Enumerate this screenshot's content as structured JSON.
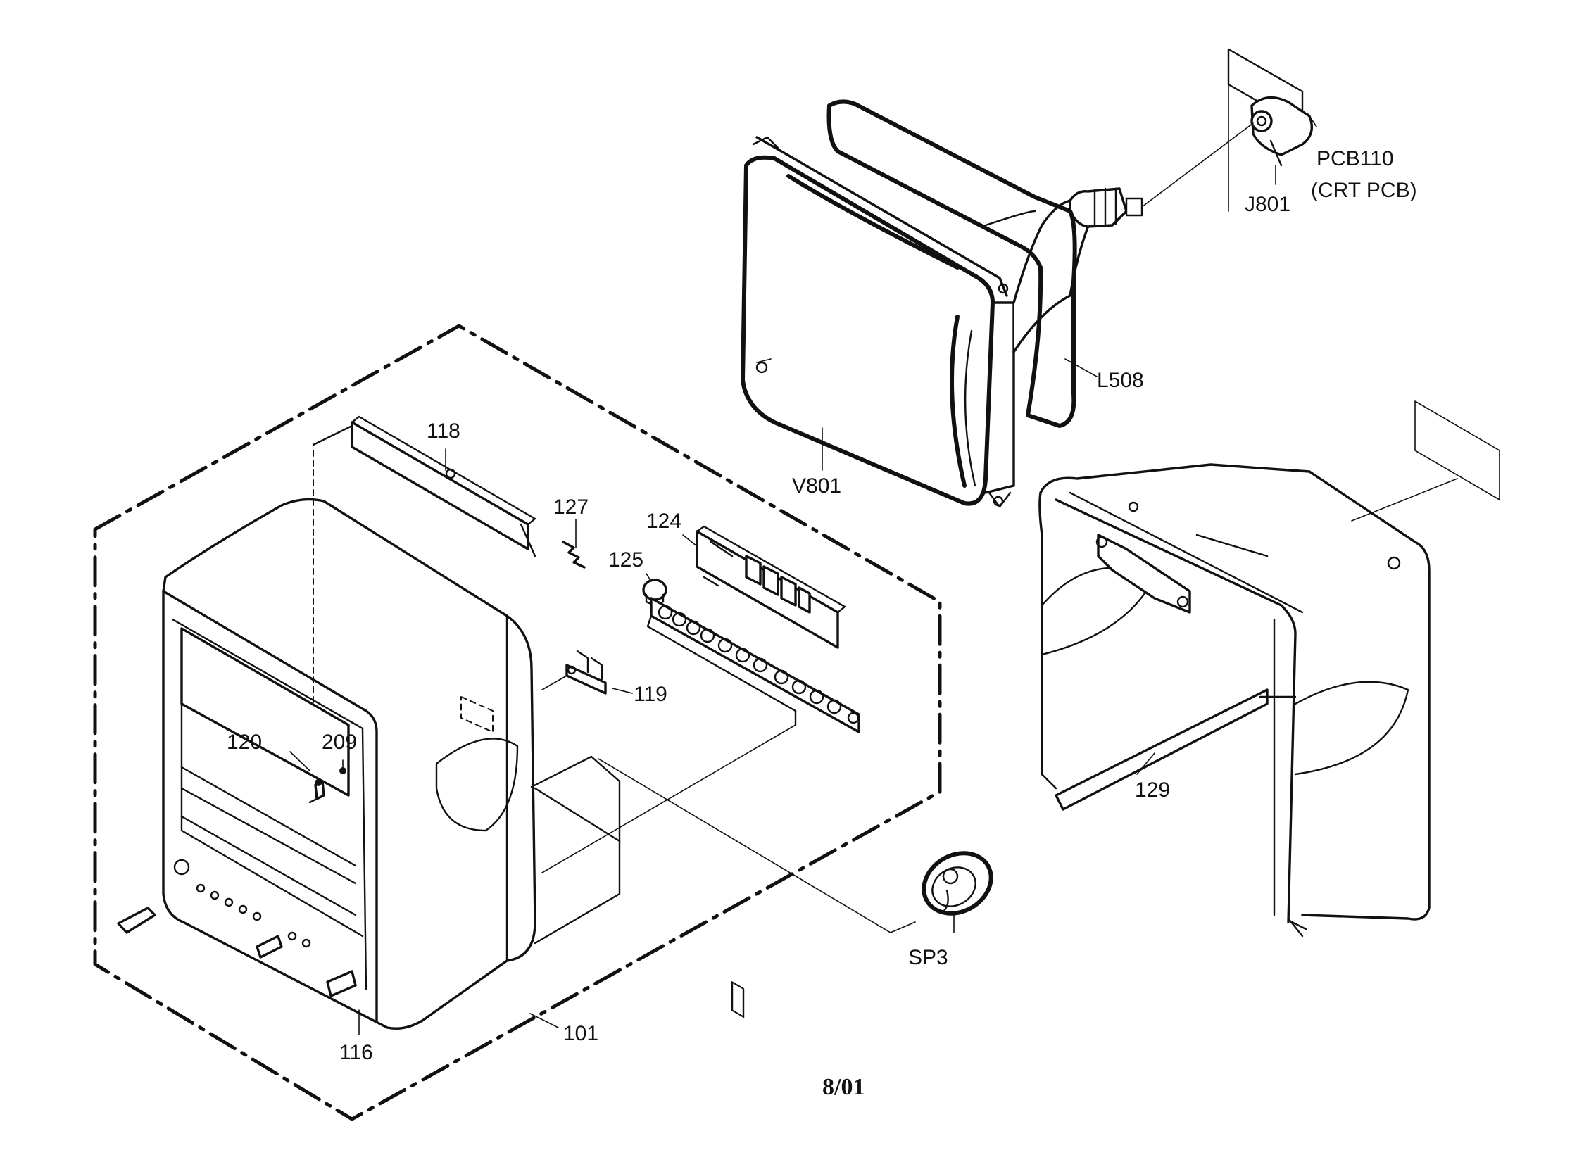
{
  "labels": {
    "pcb110": "PCB110",
    "crt_pcb": "(CRT PCB)",
    "j801": "J801",
    "l508": "L508",
    "v801": "V801",
    "p118": "118",
    "p127": "127",
    "p124": "124",
    "p125": "125",
    "p119": "119",
    "p120": "120",
    "p209": "209",
    "p129": "129",
    "sp3": "SP3",
    "p116": "116",
    "p101": "101"
  },
  "footer": {
    "date_code": "8/01"
  }
}
